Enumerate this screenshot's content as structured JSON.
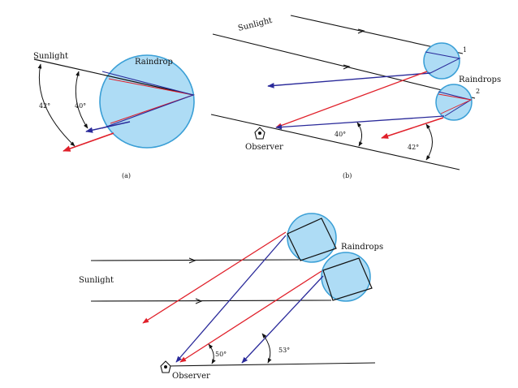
{
  "panel_a": {
    "sunlight": "Sunlight",
    "raindrop": "Raindrop",
    "angle_42": "42°",
    "angle_40": "40°",
    "caption": "(a)"
  },
  "panel_b": {
    "sunlight": "Sunlight",
    "drop_1": "1",
    "drop_2": "2",
    "raindrops": "Raindrops",
    "observer": "Observer",
    "angle_40": "40°",
    "angle_42": "42°",
    "caption": "(b)"
  },
  "panel_c": {
    "sunlight": "Sunlight",
    "raindrops": "Raindrops",
    "observer": "Observer",
    "angle_50": "50°",
    "angle_53": "53°"
  },
  "colors": {
    "drop_fill": "#aedcf5",
    "drop_stroke": "#3a9fd6",
    "red_ray": "#e0202a",
    "blue_ray": "#2a2a9a",
    "line": "#111111"
  }
}
